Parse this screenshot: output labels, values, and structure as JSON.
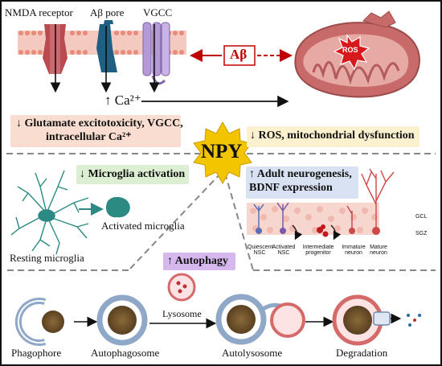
{
  "membrane": {
    "nmda_label": "NMDA receptor",
    "abeta_pore_label": "Aβ pore",
    "vgcc_label": "VGCC",
    "abeta_box": "Aβ",
    "ros_label": "ROS",
    "ca_label": "↑ Ca²⁺"
  },
  "effects": {
    "glutamate_line1": "↓ Glutamate excitotoxicity, VGCC,",
    "glutamate_line2": "intracellular Ca²⁺",
    "ros_mito": "↓ ROS, mitochondrial dysfunction"
  },
  "center": {
    "npy": "NPY"
  },
  "microglia": {
    "activation": "↓ Microglia activation",
    "activated_label": "Activated microglia",
    "resting_label": "Resting microglia"
  },
  "neurogenesis": {
    "line1": "↑ Adult neurogenesis,",
    "line2": "BDNF expression",
    "gcl": "GCL",
    "sgz": "SGZ",
    "stages": [
      {
        "line1": "Quiescent",
        "line2": "NSC"
      },
      {
        "line1": "Activated",
        "line2": "NSC"
      },
      {
        "line1": "Intermediate",
        "line2": "progenitor"
      },
      {
        "line1": "Immature",
        "line2": "neuron"
      },
      {
        "line1": "Mature",
        "line2": "neuron"
      }
    ]
  },
  "autophagy": {
    "title": "↑ Autophagy",
    "lysosome": "Lysosome",
    "stages": [
      "Phagophore",
      "Autophagosome",
      "Autolysosome",
      "Degradation"
    ]
  },
  "colors": {
    "pink_box": "#f9ddd0",
    "yellow_box": "#fbf1cf",
    "green_box": "#dcefd2",
    "blue_box": "#d9e2f3",
    "purple_box": "#d6b8ee",
    "npy_star": "#f3c400",
    "mito": "#c96a6a",
    "abeta_red": "#c00000"
  }
}
